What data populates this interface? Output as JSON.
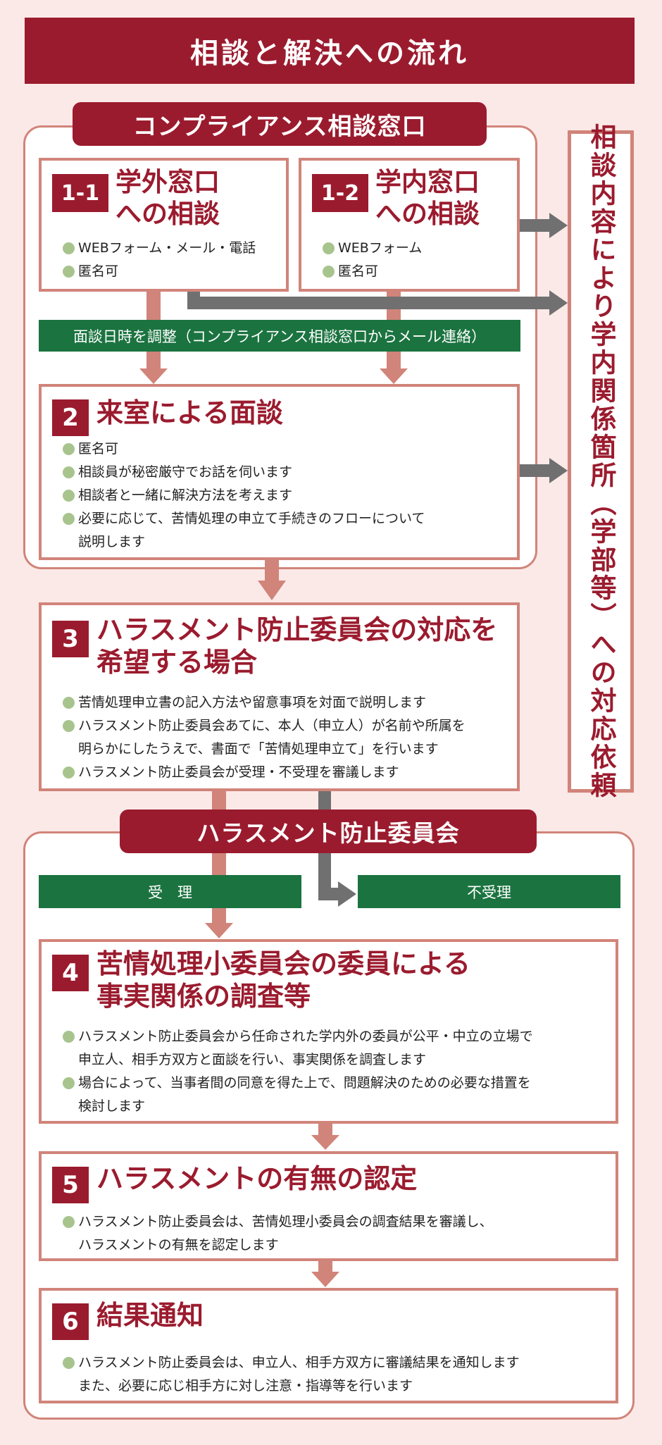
{
  "title": "相談と解決への流れ",
  "consultation_window": {
    "label": "コンプライアンス相談窓口"
  },
  "step_1_1": {
    "badge": "1-1",
    "title": "学外窓口\nへの相談",
    "bullets": [
      "WEBフォーム・メール・電話",
      "匿名可"
    ]
  },
  "step_1_2": {
    "badge": "1-2",
    "title": "学内窓口\nへの相談",
    "bullets": [
      "WEBフォーム",
      "匿名可"
    ]
  },
  "schedule_note": "面談日時を調整（コンプライアンス相談窓口からメール連絡）",
  "step_2": {
    "badge": "2",
    "title": "来室による面談",
    "bullets": [
      "匿名可",
      "相談員が秘密厳守でお話を伺います",
      "相談者と一緒に解決方法を考えます",
      "必要に応じて、苦情処理の申立て手続きのフローについて\n説明します"
    ]
  },
  "side_note": "相談内容により学内関係箇所（学部等）への対応依頼",
  "step_3": {
    "badge": "3",
    "title": "ハラスメント防止委員会の対応を\n希望する場合",
    "bullets": [
      "苦情処理申立書の記入方法や留意事項を対面で説明します",
      "ハラスメント防止委員会あてに、本人（申立人）が名前や所属を\n明らかにしたうえで、書面で「苦情処理申立て」を行います",
      "ハラスメント防止委員会が受理・不受理を審議します"
    ]
  },
  "committee": {
    "label": "ハラスメント防止委員会"
  },
  "accept_label": "受　理",
  "reject_label": "不受理",
  "step_4": {
    "badge": "4",
    "title": "苦情処理小委員会の委員による\n事実関係の調査等",
    "bullets": [
      "ハラスメント防止委員会から任命された学内外の委員が公平・中立の立場で\n申立人、相手方双方と面談を行い、事実関係を調査します",
      "場合によって、当事者間の同意を得た上で、問題解決のための必要な措置を\n検討します"
    ]
  },
  "step_5": {
    "badge": "5",
    "title": "ハラスメントの有無の認定",
    "bullets": [
      "ハラスメント防止委員会は、苦情処理小委員会の調査結果を審議し、\nハラスメントの有無を認定します"
    ]
  },
  "step_6": {
    "badge": "6",
    "title": "結果通知",
    "bullets": [
      "ハラスメント防止委員会は、申立人、相手方双方に審議結果を通知します\nまた、必要に応じ相手方に対し注意・指導等を行います"
    ]
  },
  "colors": {
    "primary": "#9b1b2e",
    "border": "#d1847a",
    "green": "#1b7340",
    "gray_arrow": "#707070",
    "bullet": "#a8c48e",
    "background": "#fbe9e7"
  }
}
